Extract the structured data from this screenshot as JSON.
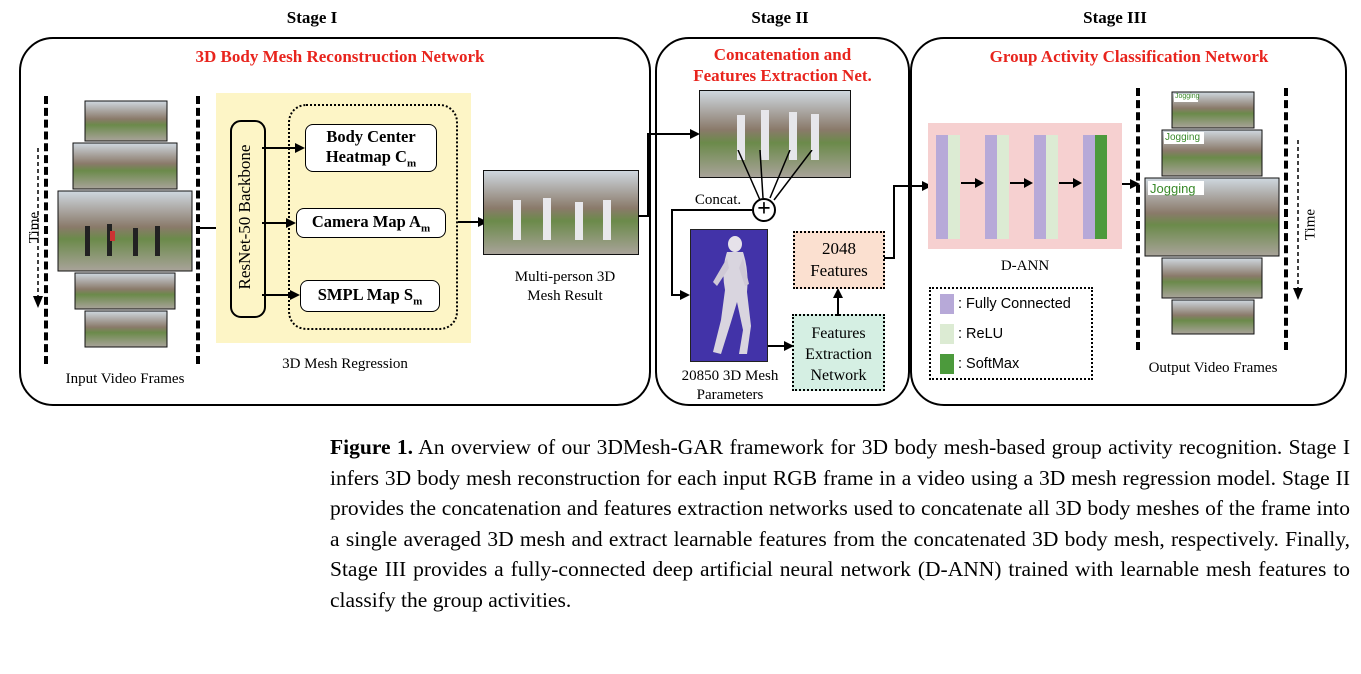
{
  "stages": [
    {
      "title": "Stage I",
      "subtitle": "3D Body Mesh Reconstruction Network"
    },
    {
      "title": "Stage II",
      "subtitle_line1": "Concatenation and",
      "subtitle_line2": "Features Extraction Net."
    },
    {
      "title": "Stage III",
      "subtitle": "Group Activity Classification Network"
    }
  ],
  "stage1": {
    "time_label": "Time",
    "input_label": "Input Video Frames",
    "backbone": "ResNet-50 Backbone",
    "heatmap_line1": "Body Center",
    "heatmap_line2": "Heatmap C",
    "heatmap_sub": "m",
    "camera": "Camera Map A",
    "camera_sub": "m",
    "smpl": "SMPL Map S",
    "smpl_sub": "m",
    "regression_label": "3D Mesh Regression",
    "result_line1": "Multi-person 3D",
    "result_line2": "Mesh Result"
  },
  "stage2": {
    "concat_label": "Concat.",
    "plus": "+",
    "params_line1": "20850 3D Mesh",
    "params_line2": "Parameters",
    "features_line1": "2048",
    "features_line2": "Features",
    "fe_line1": "Features",
    "fe_line2": "Extraction",
    "fe_line3": "Network"
  },
  "stage3": {
    "dann_label": "D-ANN",
    "legend": [
      {
        "label": ": Fully Connected",
        "color": "#b7a9d8"
      },
      {
        "label": ": ReLU",
        "color": "#dcebd3"
      },
      {
        "label": ": SoftMax",
        "color": "#4c9a3c"
      }
    ],
    "jogging": "Jogging",
    "output_label": "Output Video Frames",
    "time_label": "Time"
  },
  "caption": {
    "label": "Figure 1.",
    "text": "An overview of our 3DMesh-GAR framework for 3D body mesh-based group activity recognition. Stage I infers 3D body mesh reconstruction for each input RGB frame in a video using a 3D mesh regression model. Stage II provides the concatenation and features extraction networks used to concatenate all 3D body meshes of the frame into a single averaged 3D mesh and extract learnable features from the concatenated 3D body mesh, respectively. Finally, Stage III provides a fully-connected deep artificial neural network (D-ANN) trained with learnable mesh features to classify the group activities."
  },
  "colors": {
    "red_title": "#e8241d",
    "regression_bg": "#fdf5c6",
    "dann_bg": "#f6d0d0",
    "features_bg": "#fbe0d0",
    "fe_bg": "#d5efe3",
    "mesh_bg": "#4233a8"
  }
}
